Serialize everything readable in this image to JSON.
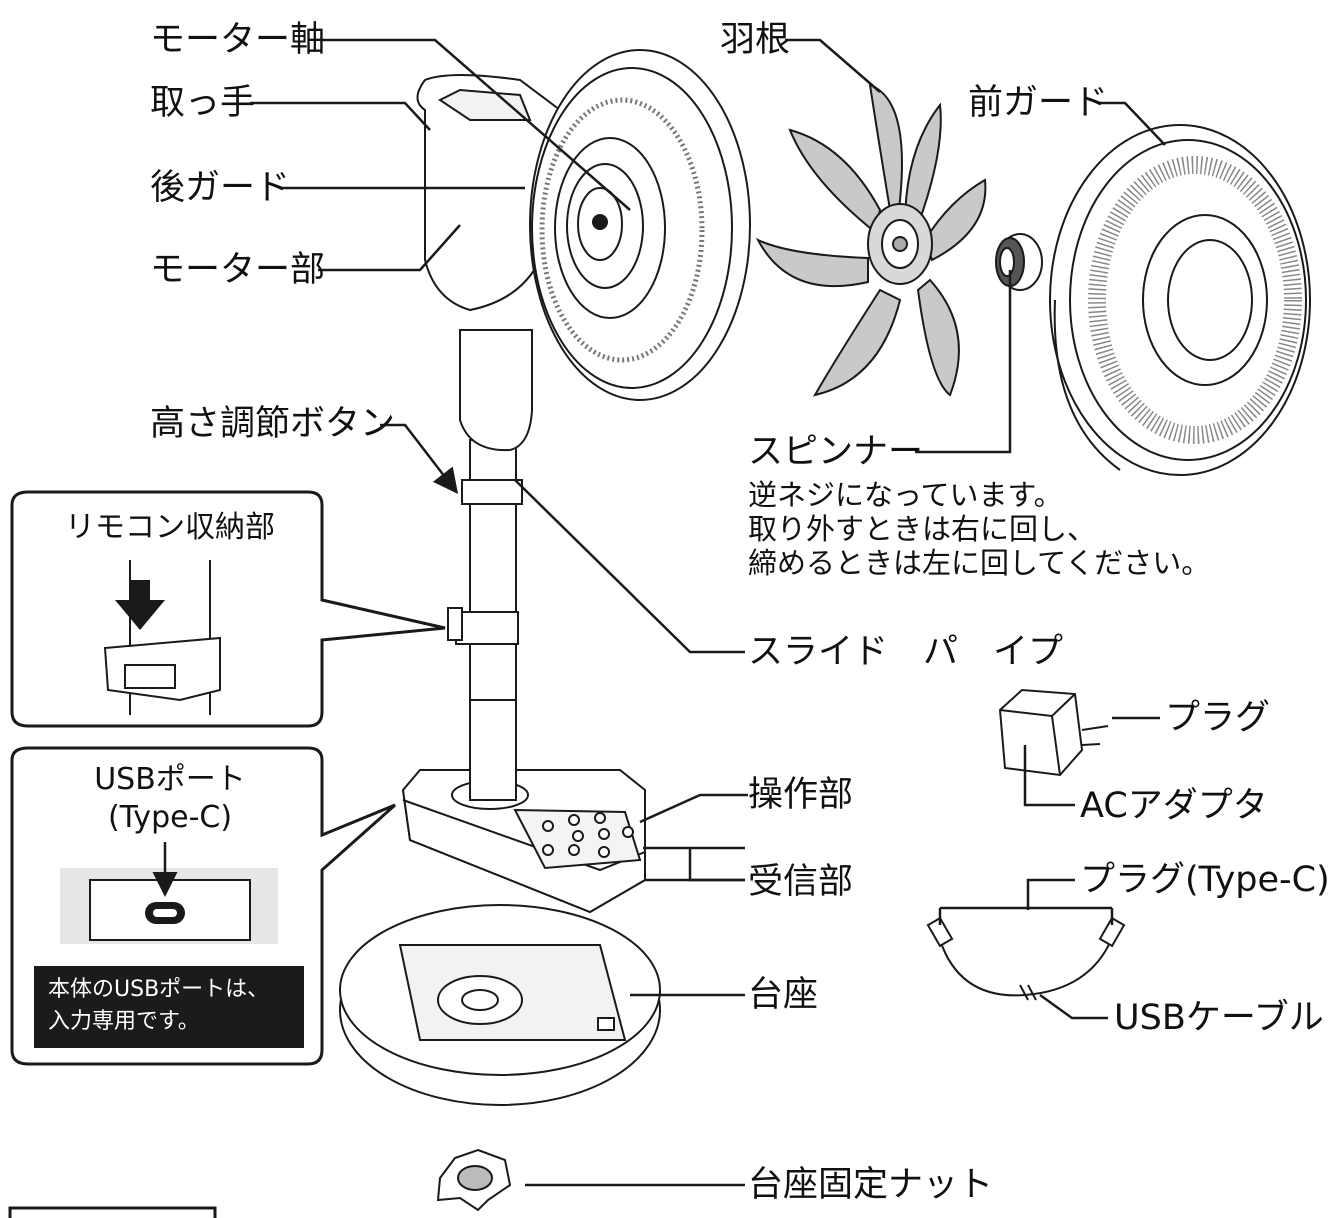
{
  "labels": {
    "motor_shaft": "モーター軸",
    "handle": "取っ手",
    "rear_guard": "後ガード",
    "motor_unit": "モーター部",
    "blade": "羽根",
    "front_guard": "前ガード",
    "height_button": "高さ調節ボタン",
    "spinner": "スピンナー",
    "slide_pipe": "スライド　パ　イプ",
    "control_panel": "操作部",
    "receiver": "受信部",
    "base": "台座",
    "base_nut": "台座固定ナット",
    "plug": "プラグ",
    "ac_adapter": "ACアダプタ",
    "plug_typec": "プラグ(Type-C)",
    "usb_cable": "USBケーブル"
  },
  "spinner_note": [
    "逆ネジになっています。",
    "取り外すときは右に回し、",
    "締めるときは左に回してください。"
  ],
  "remote_callout": {
    "title": "リモコン収納部"
  },
  "usb_callout": {
    "title_line1": "USBポート",
    "title_line2": "(Type-C)",
    "notice_line1": "本体のUSBポートは、",
    "notice_line2": "入力専用です。"
  },
  "colors": {
    "line": "#1a1a1a",
    "blade_fill": "#c9c9c9",
    "notice_bg": "#1b1b1b"
  }
}
